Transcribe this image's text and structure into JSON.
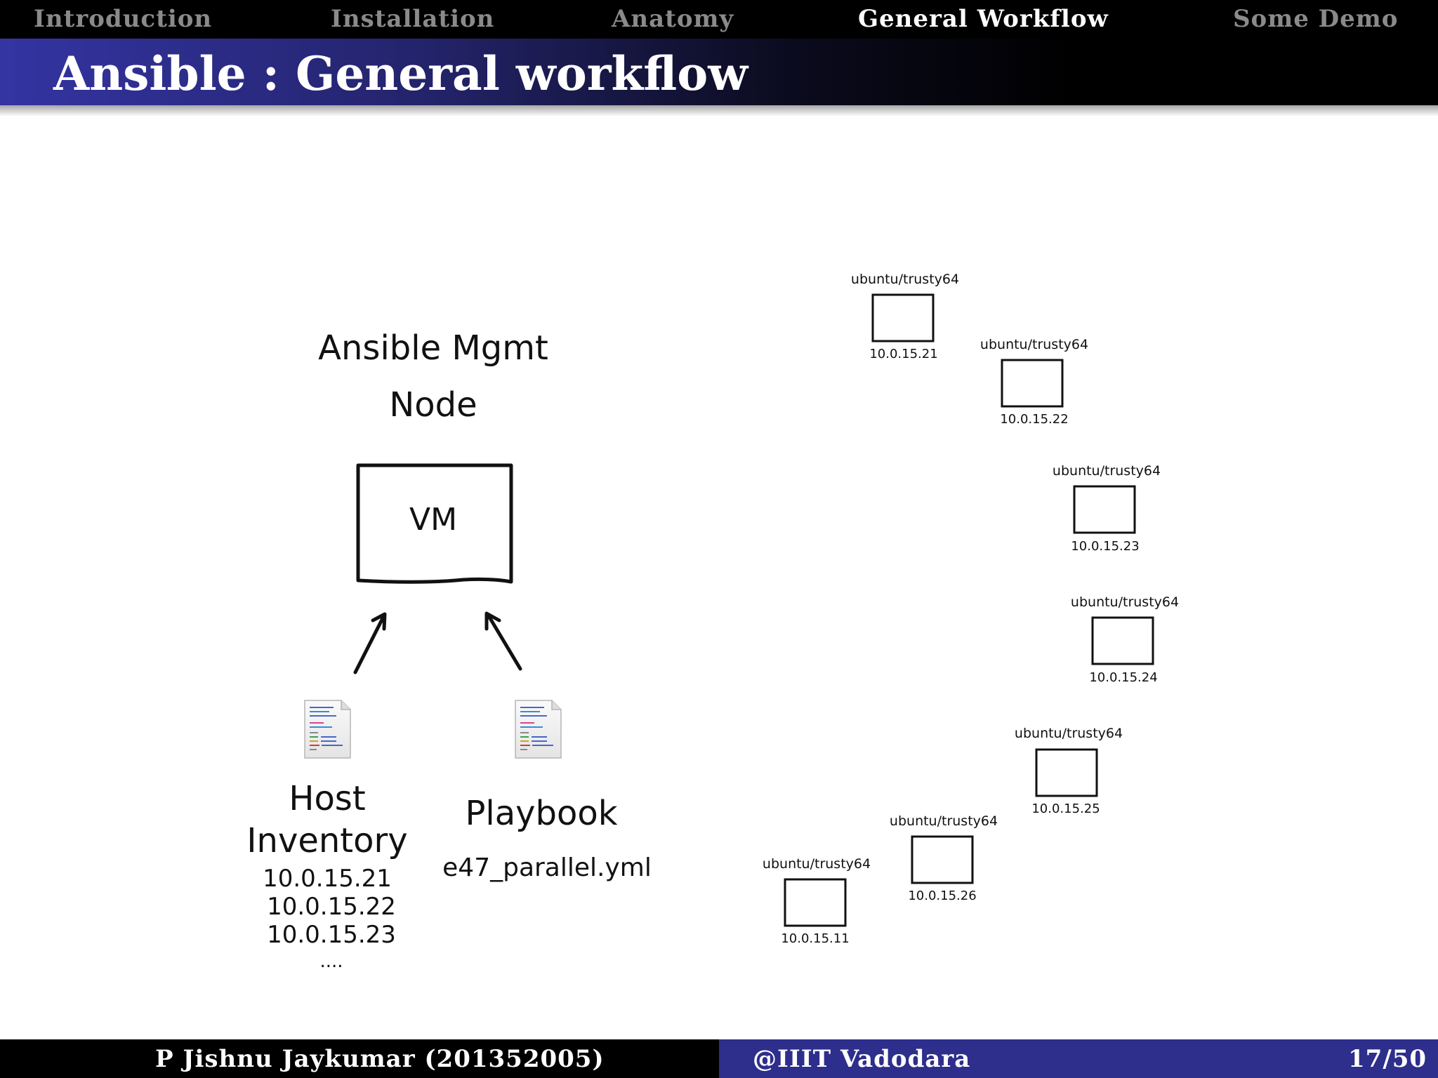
{
  "nav": {
    "items": [
      {
        "label": "Introduction",
        "active": false
      },
      {
        "label": "Installation",
        "active": false
      },
      {
        "label": "Anatomy",
        "active": false
      },
      {
        "label": "General Workflow",
        "active": true
      },
      {
        "label": "Some Demo",
        "active": false
      }
    ]
  },
  "frame": {
    "title": "Ansible : General workflow"
  },
  "diagram": {
    "mgmt_node": {
      "label_line1": "Ansible Mgmt",
      "label_line2": "Node",
      "box_label": "VM"
    },
    "host_inventory": {
      "label_line1": "Host",
      "label_line2": "Inventory",
      "entries": [
        "10.0.15.21",
        "10.0.15.22",
        "10.0.15.23",
        "...."
      ],
      "icon": "document-icon"
    },
    "playbook": {
      "label": "Playbook",
      "filename": "e47_parallel.yml",
      "icon": "document-icon"
    },
    "hosts": [
      {
        "image": "ubuntu/trusty64",
        "ip": "10.0.15.21"
      },
      {
        "image": "ubuntu/trusty64",
        "ip": "10.0.15.22"
      },
      {
        "image": "ubuntu/trusty64",
        "ip": "10.0.15.23"
      },
      {
        "image": "ubuntu/trusty64",
        "ip": "10.0.15.24"
      },
      {
        "image": "ubuntu/trusty64",
        "ip": "10.0.15.25"
      },
      {
        "image": "ubuntu/trusty64",
        "ip": "10.0.15.26"
      },
      {
        "image": "ubuntu/trusty64",
        "ip": "10.0.15.11"
      }
    ]
  },
  "footer": {
    "author": "P Jishnu Jaykumar (201352005)",
    "institute": "@IIIT Vadodara",
    "page": "17/50"
  },
  "colors": {
    "nav_active": "#ffffff",
    "nav_inactive": "#8a8a8a",
    "title_gradient_start": "#3434a3",
    "footer_right": "#2e2e8c"
  }
}
